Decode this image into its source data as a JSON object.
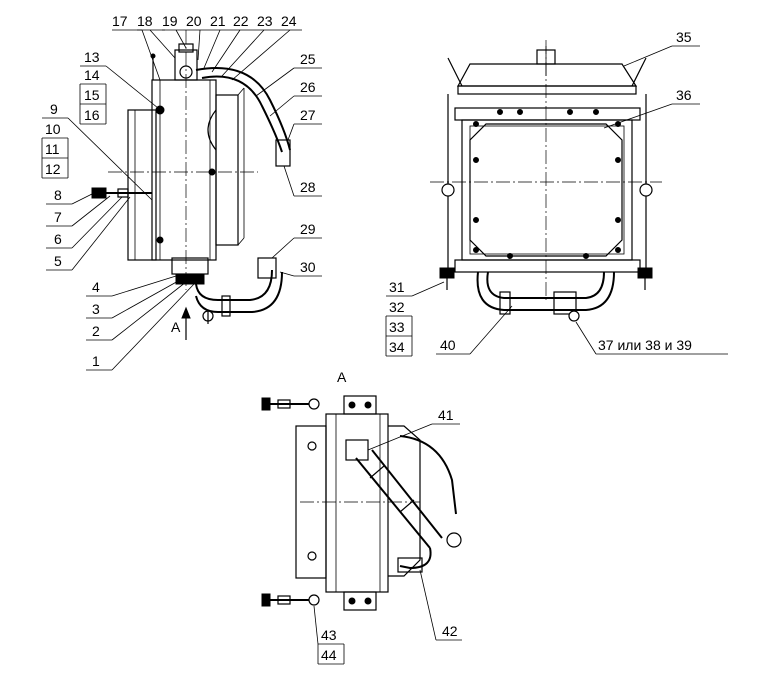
{
  "callouts_left": [
    "1",
    "2",
    "3",
    "4",
    "5",
    "6",
    "7",
    "8",
    "9",
    "10",
    "11",
    "12",
    "13",
    "14",
    "15",
    "16",
    "17",
    "18",
    "19",
    "20",
    "21",
    "22",
    "23",
    "24",
    "25",
    "26",
    "27",
    "28",
    "29",
    "30"
  ],
  "callouts_right": [
    "31",
    "32",
    "33",
    "34",
    "35",
    "36",
    "37 или 38 и 39",
    "40"
  ],
  "callouts_bottom": [
    "41",
    "42",
    "43",
    "44"
  ],
  "view_arrow_label": "А",
  "view_title": "А"
}
